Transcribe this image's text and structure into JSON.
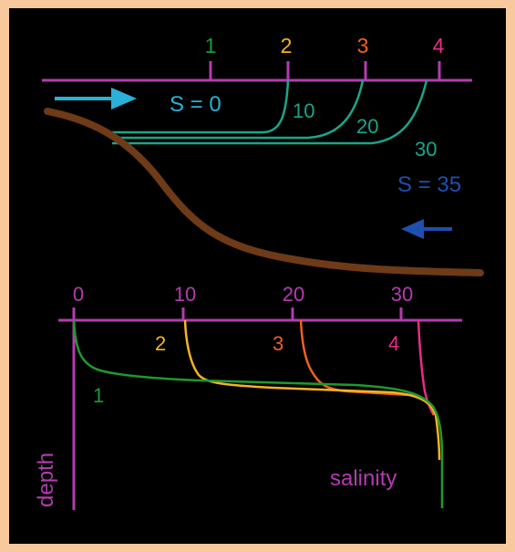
{
  "colors": {
    "frame": "#F7C99D",
    "background": "#000000",
    "axis": "#B43BB0",
    "station_1": "#1E9A2E",
    "station_2": "#F5B324",
    "station_3": "#F2601E",
    "station_4": "#EA2C87",
    "isohaline": "#1AA68A",
    "river_flow": "#2BB0D8",
    "ocean_flow": "#1F4FB0",
    "estuary_bottom": "#6E3A17"
  },
  "icons": {
    "river_flow": "arrow-right-icon",
    "ocean_flow": "arrow-left-icon"
  },
  "estuary": {
    "stations": [
      {
        "label": "1",
        "color": "#1E9A2E"
      },
      {
        "label": "2",
        "color": "#F5B324"
      },
      {
        "label": "3",
        "color": "#F2601E"
      },
      {
        "label": "4",
        "color": "#EA2C87"
      }
    ],
    "river_label": "S = 0",
    "ocean_label": "S = 35",
    "isohalines": [
      {
        "label": "10",
        "salinity": 10
      },
      {
        "label": "20",
        "salinity": 20
      },
      {
        "label": "30",
        "salinity": 30
      }
    ]
  },
  "profiles": {
    "x_ticks": [
      "0",
      "10",
      "20",
      "30"
    ],
    "x_label": "salinity",
    "y_label": "depth",
    "curves": [
      {
        "label": "1",
        "color": "#1E9A2E"
      },
      {
        "label": "2",
        "color": "#F5B324"
      },
      {
        "label": "3",
        "color": "#F2601E"
      },
      {
        "label": "4",
        "color": "#EA2C87"
      }
    ]
  }
}
